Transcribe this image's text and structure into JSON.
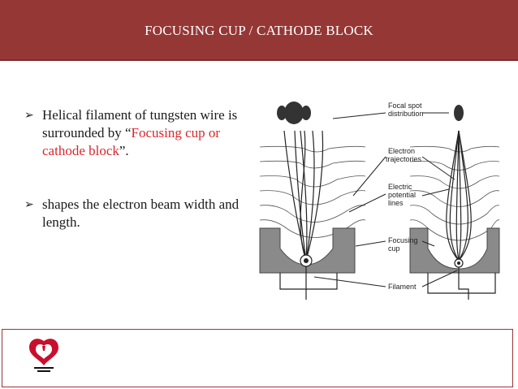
{
  "slide": {
    "title": "FOCUSING CUP / CATHODE BLOCK"
  },
  "bullets": [
    {
      "text_a": "Helical filament of tungsten wire is surrounded by “",
      "text_red": "Focusing cup or cathode block",
      "text_b": "”."
    },
    {
      "text": "shapes the electron beam width and length."
    }
  ],
  "figure": {
    "labels": {
      "focal_spot": [
        "Focal spot",
        "distribution"
      ],
      "electron": [
        "Electron",
        "trajectories"
      ],
      "electric": [
        "Electric",
        "potential",
        "lines"
      ],
      "focusing": [
        "Focusing",
        "cup"
      ],
      "filament": "Filament"
    }
  },
  "colors": {
    "header_bg": "#953735",
    "accent_red": "#d9262b",
    "logo_red": "#c8102e"
  },
  "icons": {
    "bullet": "arrowhead-bullet",
    "logo": "institution-logo"
  }
}
